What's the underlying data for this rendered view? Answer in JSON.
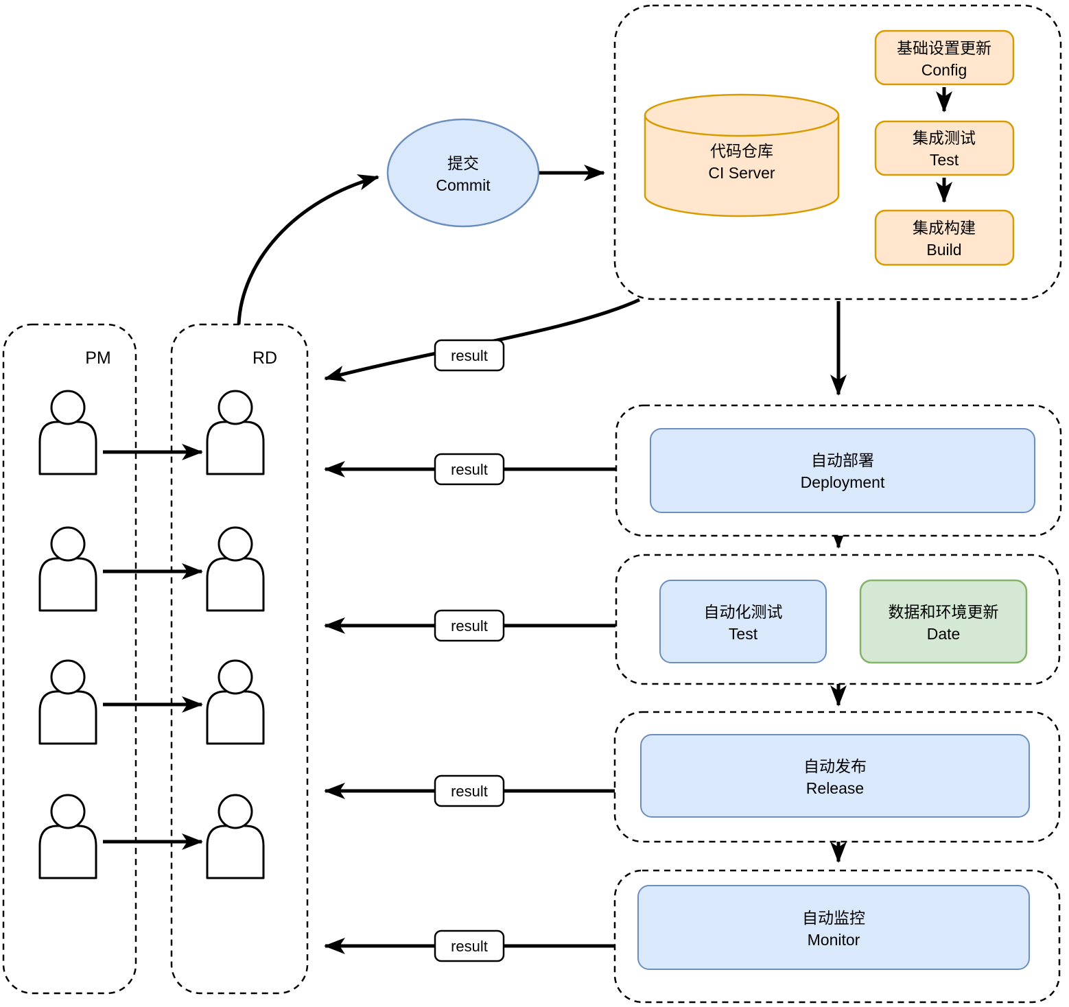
{
  "diagram": {
    "commit_node": {
      "line1": "提交",
      "line2": "Commit"
    },
    "ci_group": {
      "repo_cylinder": {
        "line1": "代码仓库",
        "line2": "CI Server"
      },
      "config_box": {
        "line1": "基础设置更新",
        "line2": "Config"
      },
      "test_box": {
        "line1": "集成测试",
        "line2": "Test"
      },
      "build_box": {
        "line1": "集成构建",
        "line2": "Build"
      }
    },
    "lanes": {
      "pm": {
        "label": "PM",
        "member_count": 4,
        "member_icon": "person-icon"
      },
      "rd": {
        "label": "RD",
        "member_count": 4,
        "member_icon": "person-icon"
      }
    },
    "result_label": "result",
    "pipeline": {
      "deployment": {
        "line1": "自动部署",
        "line2": "Deployment"
      },
      "auto_test": {
        "line1": "自动化测试",
        "line2": "Test"
      },
      "data_env": {
        "line1": "数据和环境更新",
        "line2": "Date"
      },
      "release": {
        "line1": "自动发布",
        "line2": "Release"
      },
      "monitor": {
        "line1": "自动监控",
        "line2": "Monitor"
      }
    },
    "colors": {
      "orange_fill": "#FFE6CC",
      "orange_stroke": "#D79B00",
      "blue_fill": "#DAE8FC",
      "blue_stroke": "#6C8EBF",
      "green_fill": "#D5E8D4",
      "green_stroke": "#82B366",
      "line": "#000000",
      "background": "#FFFFFF"
    }
  }
}
